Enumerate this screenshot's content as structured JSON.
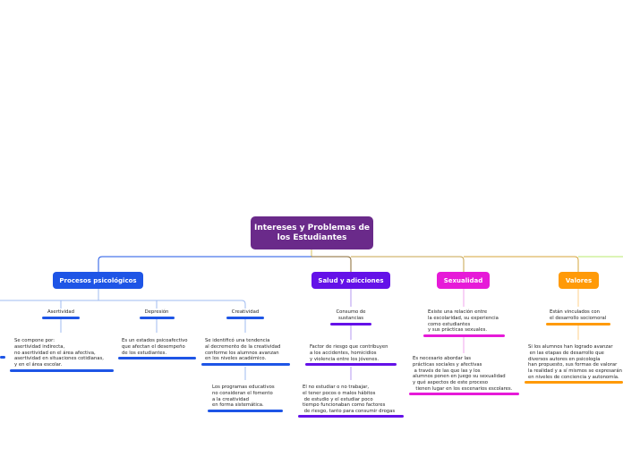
{
  "root": {
    "title": "Intereses y Problemas de los Estudiantes"
  },
  "topics": {
    "psico": {
      "label": "Procesos psicológicos",
      "color": "#1e55e6"
    },
    "salud": {
      "label": "Salud y adicciones",
      "color": "#6411e8"
    },
    "sexualidad": {
      "label": "Sexualidad",
      "color": "#e61ad8"
    },
    "valores": {
      "label": "Valores",
      "color": "#ff9a08"
    }
  },
  "line_colors": {
    "green": "#b8e86e"
  },
  "psico": {
    "asertividad": {
      "label": "Asertividad",
      "text": "Se compone por:\nasertividad indirecta,\nno asertividad en el área afectiva,\nasertividad en situaciones cotidianas,\ny en el área escolar."
    },
    "depresion": {
      "label": "Depresión",
      "text": "Es un estados psicoafectivo\nque afectan el desempeño\nde los estudiantes."
    },
    "creatividad": {
      "label": "Creatividad",
      "text": "Se identificó una tendencia\nal decremento de la creatividad\nconforme los alumnos avanzan\nen los niveles académico.",
      "text2": "Los programas educativos\nno consideran el fomento\na la creatividad\nen forma sistemática."
    }
  },
  "salud": {
    "consumo": {
      "label": "Consumo de\nsustancias"
    },
    "riesgo": "Factor de riesgo que contribuyen\na los accidentes, homicidios\ny violencia entre los jóvenes.",
    "trabajo": "El no estudiar o no trabajar,\nel tener pocos o malos hábitos\n de estudio y el estudiar poco\ntiempo funcionaban como factores\n de riesgo, tanto para consumir drogas"
  },
  "sexualidad": {
    "relacion": "Existe una relación entre\nla escolaridad, su experiencia\ncomo estudiantes\ny sus prácticas sexuales.",
    "abordar": "Es necesario abordar las\nprácticas sociales y afectivas\n a través de las que las y los\nalumnos ponen en juego su sexualidad\ny qué aspectos de este proceso\n  tienen lugar en los escenarios escolares."
  },
  "valores": {
    "vinculados": "Están vinculados con\nel desarrollo sociomoral",
    "logrado": "Si los alumnos han logrado avanzar\n en las etapas de desarrollo que\ndiversos autores en psicología\nhan propuesto, sus formas de valorar\nla realidad y a sí mismos se expresarán\nen niveles de conciencia y autonomía."
  }
}
